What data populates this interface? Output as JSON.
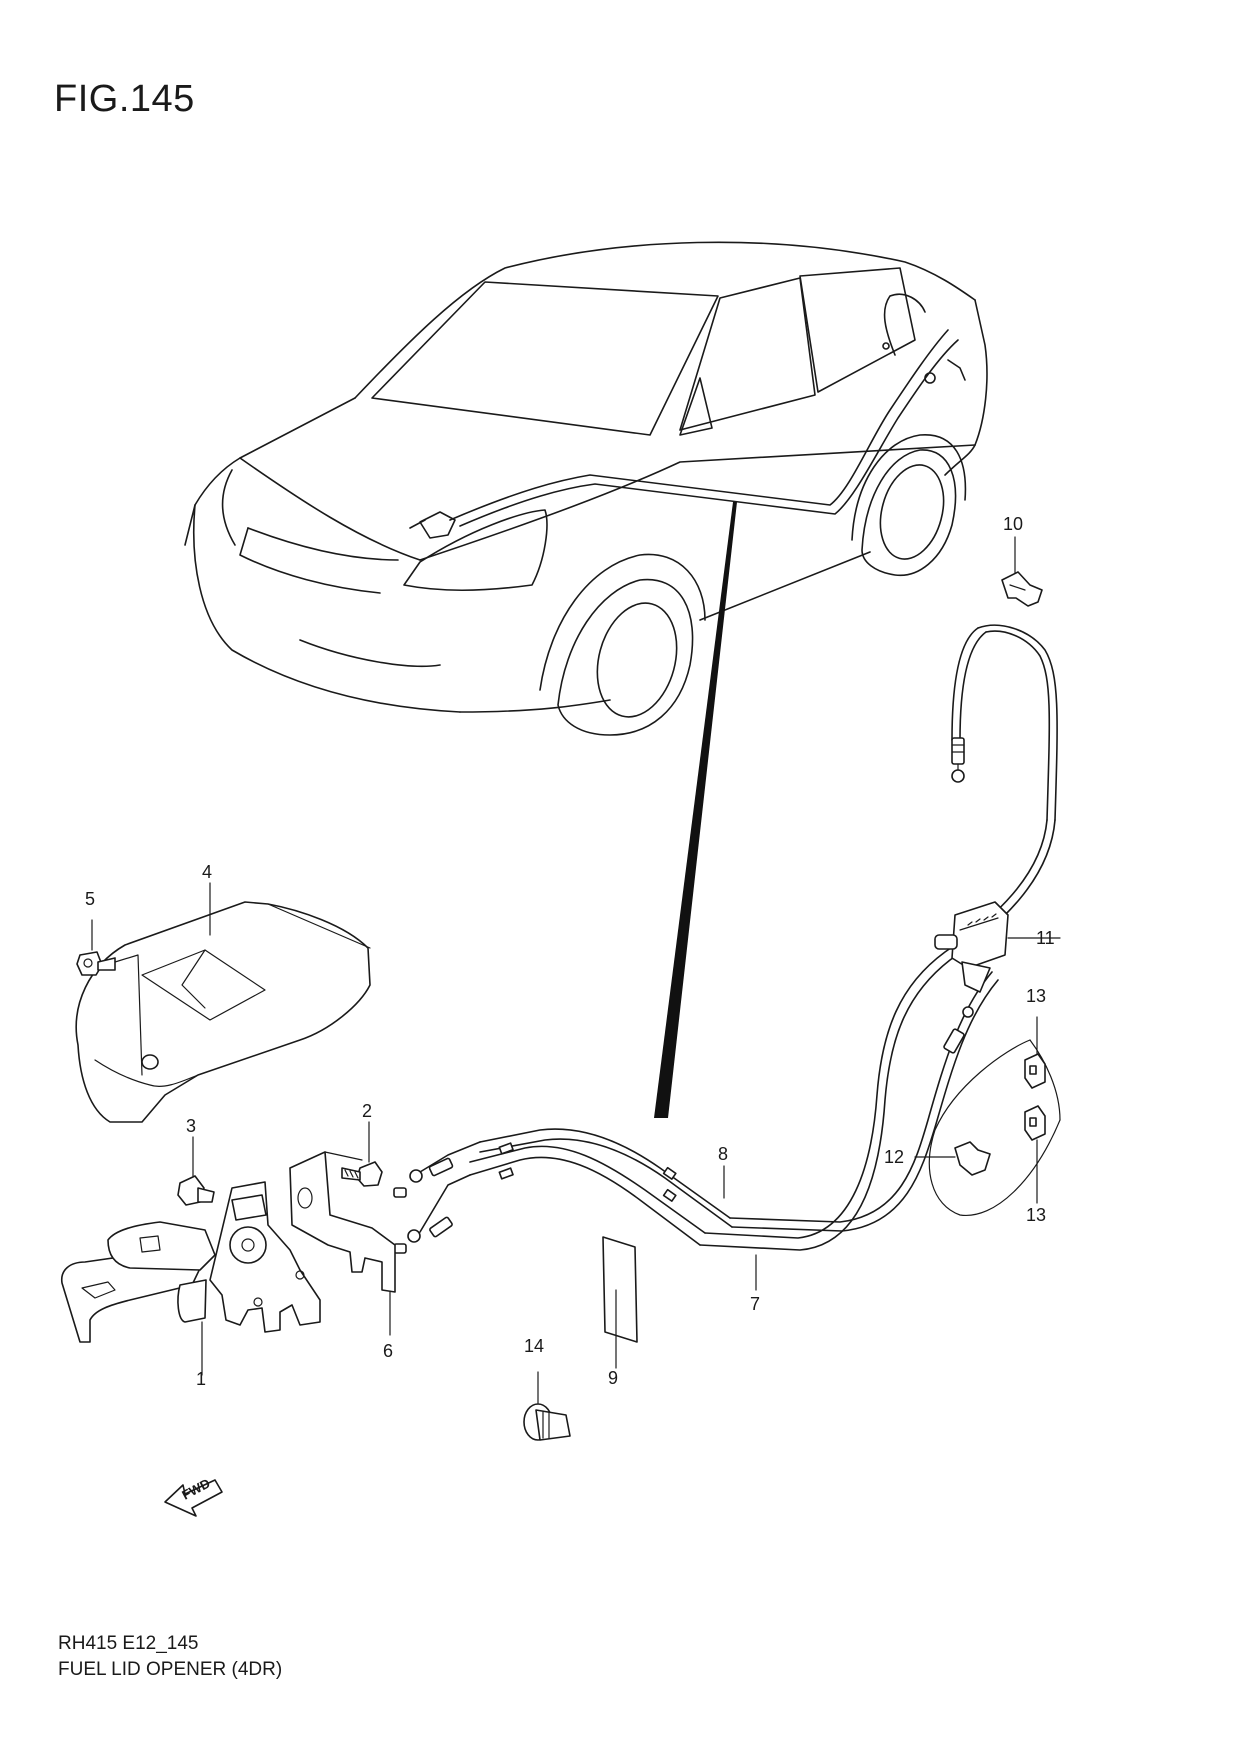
{
  "figure": {
    "title": "FIG.145"
  },
  "footer": {
    "code": "RH415 E12_145",
    "name": "FUEL LID OPENER (4DR)"
  },
  "callouts": [
    "1",
    "2",
    "3",
    "4",
    "5",
    "6",
    "7",
    "8",
    "9",
    "10",
    "11",
    "12",
    "13",
    "13",
    "14"
  ],
  "direction_marker": "FWD"
}
